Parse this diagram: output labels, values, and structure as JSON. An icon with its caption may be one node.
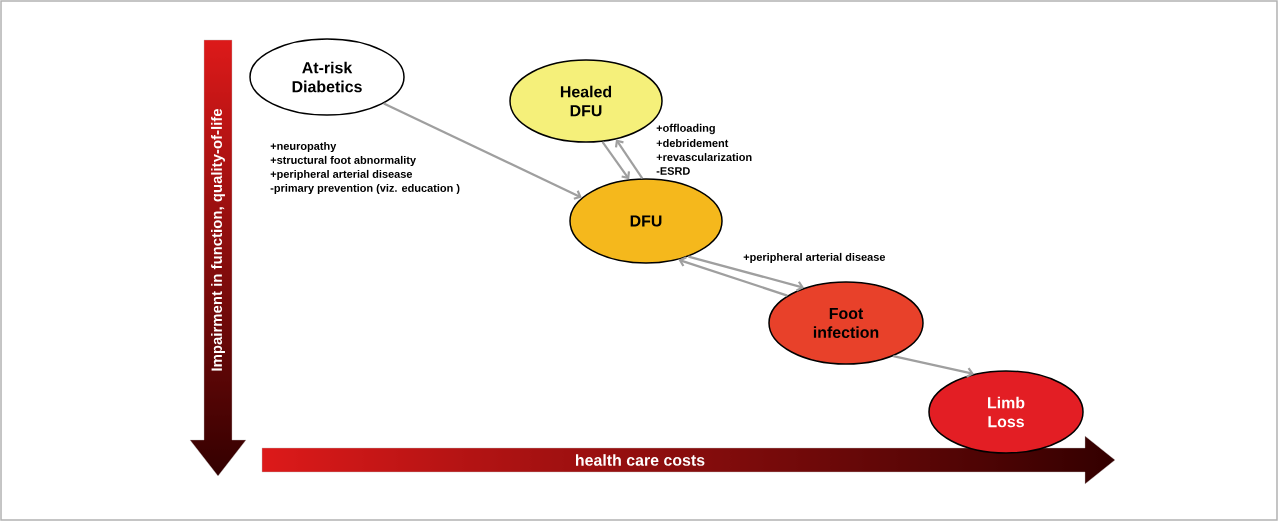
{
  "diagram": {
    "nodes": [
      {
        "text": [
          "At-risk Diabetics"
        ]
      },
      {
        "text": [
          "Healed DFU"
        ]
      },
      {
        "text": [
          "DFU"
        ]
      },
      {
        "text": [
          "Foot infection"
        ]
      },
      {
        "text": [
          "Limb Loss"
        ]
      }
    ],
    "edges": [
      {
        "from": 0,
        "to": 2,
        "arrow": "to"
      },
      {
        "from": 1,
        "to": 2,
        "arrow": "to"
      },
      {
        "from": 2,
        "to": 1,
        "arrow": "to"
      },
      {
        "from": 2,
        "to": 3,
        "arrow": "to"
      },
      {
        "from": 3,
        "to": 2,
        "arrow": "to"
      },
      {
        "from": 3,
        "to": 4,
        "arrow": "to"
      }
    ],
    "labels": [
      "Impairment in function, quality-of-life",
      "+offloading",
      "+debridement",
      "+revascularization",
      "-ESRD",
      "+neuropathy",
      "+structural foot abnormality",
      "+peripheral arterial disease",
      "-primary prevention (viz. education )",
      "+peripheral arterial disease",
      "health care costs"
    ]
  }
}
